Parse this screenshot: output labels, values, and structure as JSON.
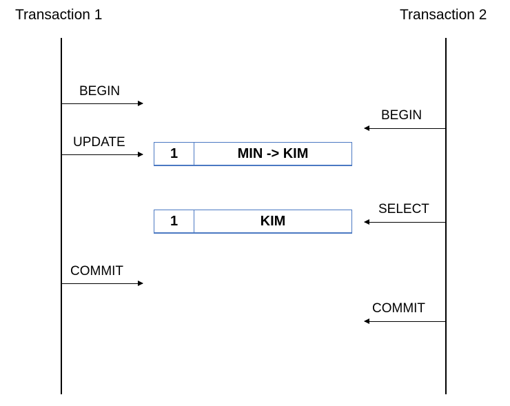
{
  "transactions": {
    "t1": {
      "title": "Transaction 1"
    },
    "t2": {
      "title": "Transaction 2"
    }
  },
  "operations": {
    "t1_begin": "BEGIN",
    "t2_begin": "BEGIN",
    "t1_update": "UPDATE",
    "t2_select": "SELECT",
    "t1_commit": "COMMIT",
    "t2_commit": "COMMIT"
  },
  "rows": {
    "update_row": {
      "id": "1",
      "value": "MIN -> KIM"
    },
    "select_row": {
      "id": "1",
      "value": "KIM"
    }
  }
}
